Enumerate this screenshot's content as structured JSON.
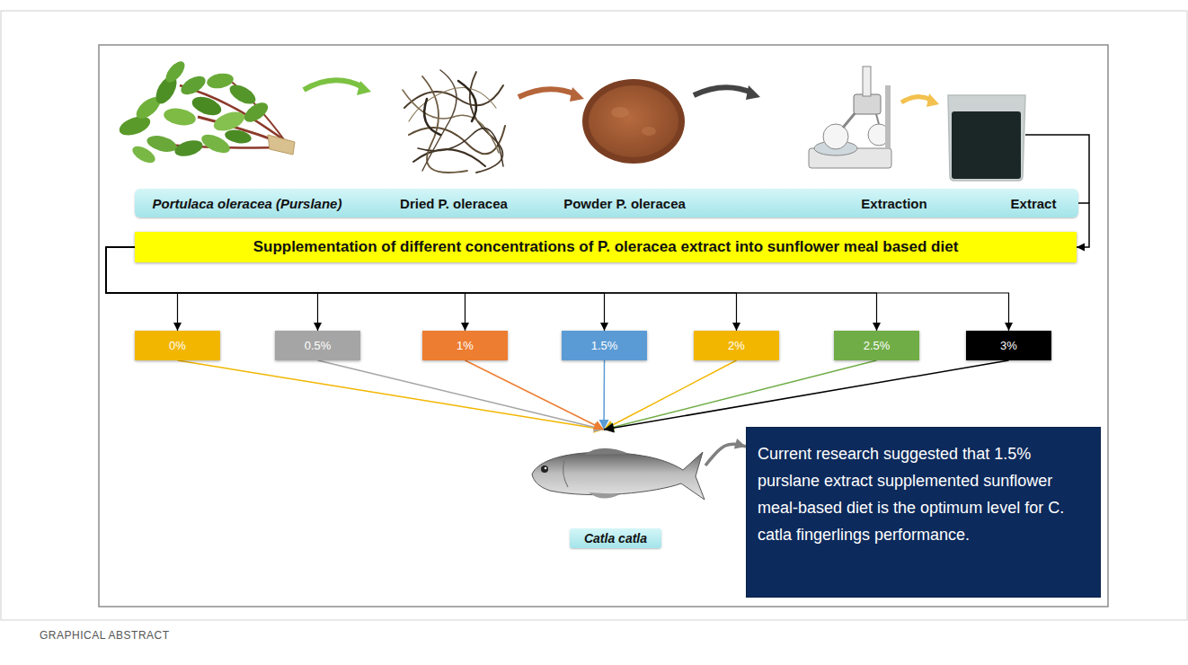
{
  "diagram": {
    "nodes": [
      {
        "text": [
          "Portulaca oleracea (Purslane)",
          "Dried P. oleracea",
          "Powder P. oleracea",
          "Extraction",
          "Extract"
        ]
      },
      {
        "text": [
          "Supplementation of different concentrations of P. oleracea extract into sunflower meal based diet"
        ]
      },
      {
        "text": [
          "0%"
        ]
      },
      {
        "text": [
          "0.5%"
        ]
      },
      {
        "text": [
          "1%"
        ]
      },
      {
        "text": [
          "1.5%"
        ]
      },
      {
        "text": [
          "2%"
        ]
      },
      {
        "text": [
          "2.5%"
        ]
      },
      {
        "text": [
          "3%"
        ]
      },
      {
        "text": [
          "Catla catla"
        ]
      },
      {
        "text": [
          "Current research suggested that 1.5% purslane extract supplemented sunflower meal-based diet is the optimum level for C. catla fingerlings performance."
        ]
      }
    ],
    "edges": [
      {
        "from": 0,
        "to": 1,
        "arrow": "to"
      },
      {
        "from": 1,
        "to": 2,
        "arrow": "to"
      },
      {
        "from": 1,
        "to": 3,
        "arrow": "to"
      },
      {
        "from": 1,
        "to": 4,
        "arrow": "to"
      },
      {
        "from": 1,
        "to": 5,
        "arrow": "to"
      },
      {
        "from": 1,
        "to": 6,
        "arrow": "to"
      },
      {
        "from": 1,
        "to": 7,
        "arrow": "to"
      },
      {
        "from": 1,
        "to": 8,
        "arrow": "to"
      },
      {
        "from": 2,
        "to": 9,
        "arrow": "to"
      },
      {
        "from": 3,
        "to": 9,
        "arrow": "to"
      },
      {
        "from": 4,
        "to": 9,
        "arrow": "to"
      },
      {
        "from": 5,
        "to": 9,
        "arrow": "to"
      },
      {
        "from": 6,
        "to": 9,
        "arrow": "to"
      },
      {
        "from": 7,
        "to": 9,
        "arrow": "to"
      },
      {
        "from": 8,
        "to": 9,
        "arrow": "to"
      },
      {
        "from": 9,
        "to": 10,
        "arrow": "to"
      }
    ],
    "labels": [
      "GRAPHICAL ABSTRACT"
    ]
  }
}
